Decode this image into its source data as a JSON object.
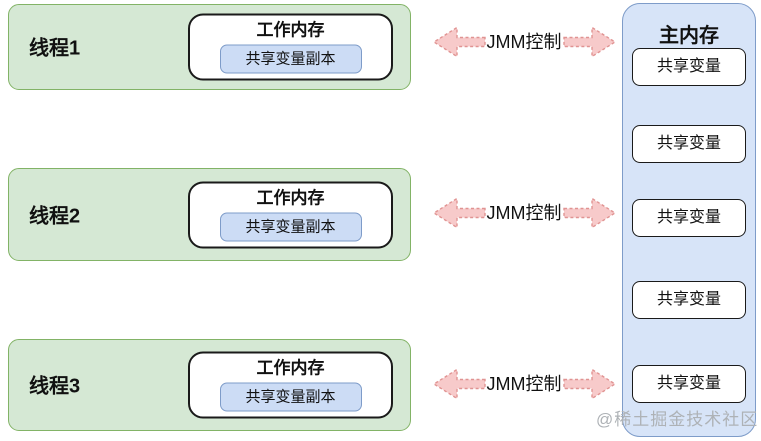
{
  "threads": [
    {
      "label": "线程1",
      "working_memory_title": "工作内存",
      "shared_copy_label": "共享变量副本"
    },
    {
      "label": "线程2",
      "working_memory_title": "工作内存",
      "shared_copy_label": "共享变量副本"
    },
    {
      "label": "线程3",
      "working_memory_title": "工作内存",
      "shared_copy_label": "共享变量副本"
    }
  ],
  "jmm_arrows": [
    {
      "label": "JMM控制"
    },
    {
      "label": "JMM控制"
    },
    {
      "label": "JMM控制"
    }
  ],
  "main_memory": {
    "title": "主内存",
    "shared_variables": [
      "共享变量",
      "共享变量",
      "共享变量",
      "共享变量",
      "共享变量"
    ]
  },
  "watermark": "@稀土掘金技术社区",
  "colors": {
    "thread_fill": "#d5e8d4",
    "thread_border": "#82b366",
    "memory_fill": "#d7e4f8",
    "memory_border": "#7e9cc9",
    "copy_fill": "#ccdcf5",
    "copy_border": "#7e9cc9",
    "box_border": "#1a1a1a",
    "arrow_fill": "#f7caca",
    "arrow_border": "#e09392",
    "watermark_color": "#aeb2b6"
  }
}
